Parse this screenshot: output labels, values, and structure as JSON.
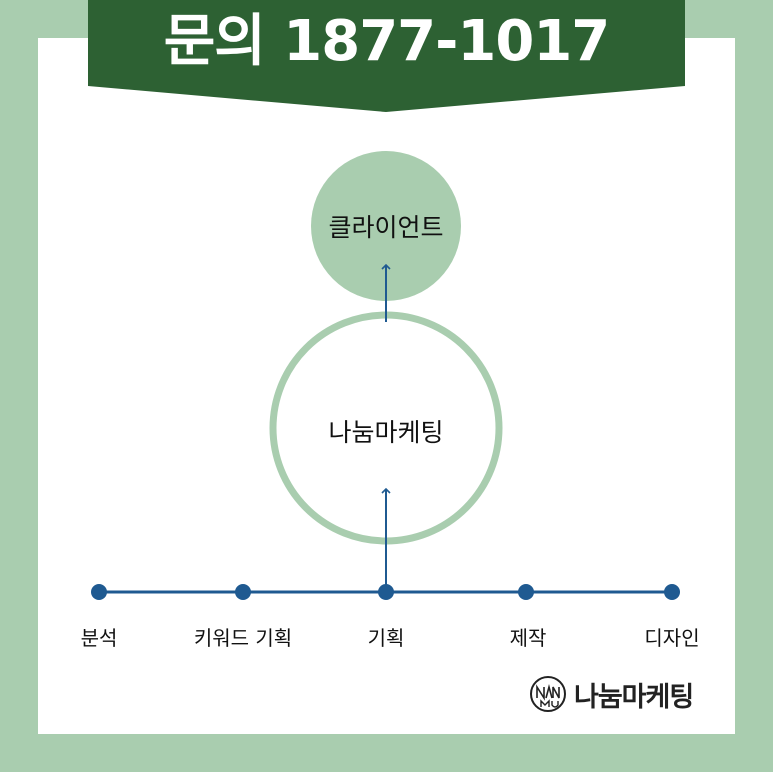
{
  "banner": {
    "title": "문의 1877-1017"
  },
  "nodes": {
    "client": {
      "label": "클라이언트"
    },
    "agency": {
      "label": "나눔마케팅"
    }
  },
  "steps": [
    {
      "label": "분석"
    },
    {
      "label": "키워드 기획"
    },
    {
      "label": "기획"
    },
    {
      "label": "제작"
    },
    {
      "label": "디자인"
    }
  ],
  "logo": {
    "text": "나눔마케팅",
    "emblem_text": "NANUM"
  },
  "colors": {
    "background": "#a9cdaf",
    "banner": "#2d6133",
    "client_circle": "#a9cdaf",
    "agency_ring": "#a9cdaf",
    "line": "#1f5a91"
  }
}
